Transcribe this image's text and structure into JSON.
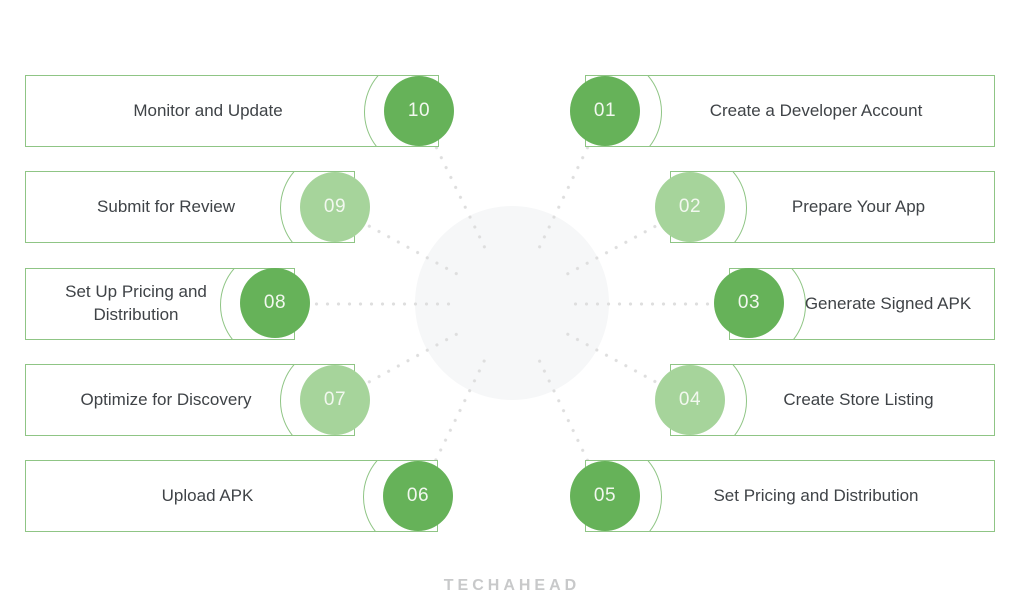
{
  "colors": {
    "background": "#ffffff",
    "box_border": "#8fc585",
    "label_text": "#3f4347",
    "circle_dark": "#66b259",
    "circle_light": "#a6d49b",
    "number_text": "#f2f8ef",
    "center_circle": "#f6f7f8",
    "dots": "#dedede",
    "logo_text": "#c8c9ca"
  },
  "steps": [
    {
      "number": "01",
      "label": "Create a Developer Account",
      "shade": "dark"
    },
    {
      "number": "02",
      "label": "Prepare Your App",
      "shade": "light"
    },
    {
      "number": "03",
      "label": "Generate Signed APK",
      "shade": "dark"
    },
    {
      "number": "04",
      "label": "Create Store Listing",
      "shade": "light"
    },
    {
      "number": "05",
      "label": "Set Pricing and Distribution",
      "shade": "dark"
    },
    {
      "number": "06",
      "label": "Upload APK",
      "shade": "dark"
    },
    {
      "number": "07",
      "label": "Optimize for Discovery",
      "shade": "light"
    },
    {
      "number": "08",
      "label": "Set Up Pricing and Distribution",
      "shade": "dark"
    },
    {
      "number": "09",
      "label": "Submit for Review",
      "shade": "light"
    },
    {
      "number": "10",
      "label": "Monitor and Update",
      "shade": "dark"
    }
  ],
  "footer": {
    "brand": "TECHAHEAD"
  }
}
